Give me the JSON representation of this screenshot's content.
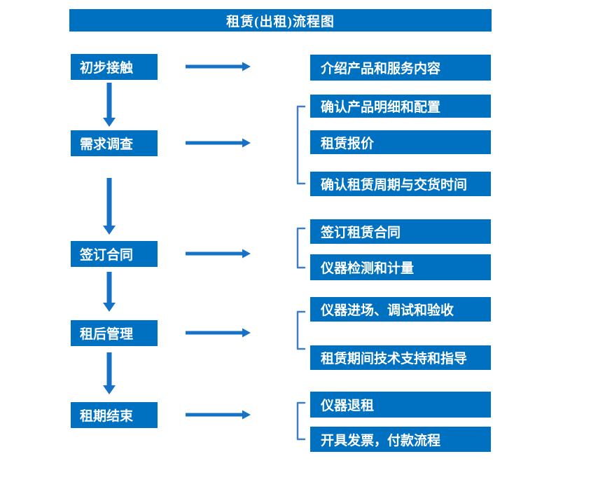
{
  "title": "租赁(出租)流程图",
  "colors": {
    "box_fill": "#0070c0",
    "arrow": "#1572c6",
    "bracket": "#3f7fc1",
    "text": "#ffffff",
    "background": "#ffffff"
  },
  "stages": [
    {
      "label": "初步接触",
      "details": [
        "介绍产品和服务内容"
      ]
    },
    {
      "label": "需求调查",
      "details": [
        "确认产品明细和配置",
        "租赁报价",
        "确认租赁周期与交货时间"
      ]
    },
    {
      "label": "签订合同",
      "details": [
        "签订租赁合同",
        "仪器检测和计量"
      ]
    },
    {
      "label": "租后管理",
      "details": [
        "仪器进场、调试和验收",
        "租赁期间技术支持和指导"
      ]
    },
    {
      "label": "租期结束",
      "details": [
        "仪器退租",
        "开具发票，付款流程"
      ]
    }
  ]
}
